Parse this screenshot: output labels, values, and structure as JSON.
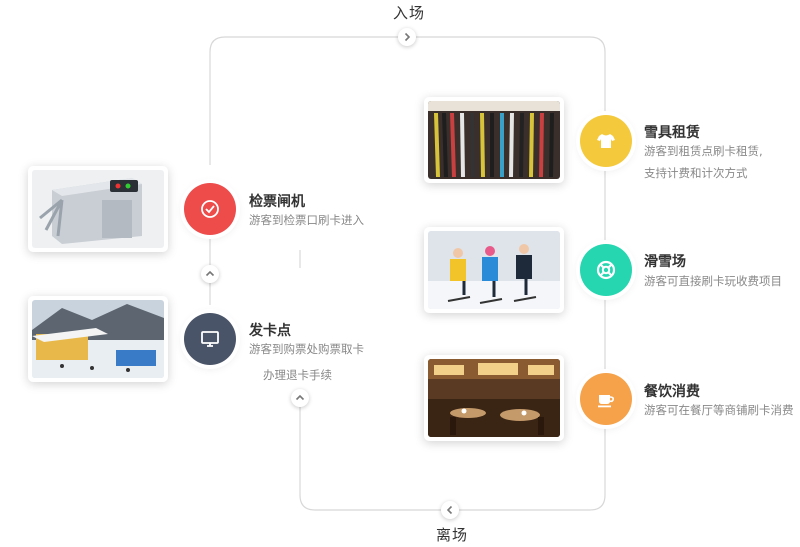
{
  "flow": {
    "enter_label": "入场",
    "exit_label": "离场"
  },
  "stations": {
    "gate": {
      "title": "检票闸机",
      "desc": "游客到检票口刷卡进入",
      "color": "#ee4b4b",
      "icon": "check-circle-icon"
    },
    "card": {
      "title": "发卡点",
      "desc_line1": "游客到购票处购票取卡",
      "desc_line2": "办理退卡手续",
      "color": "#4a5468",
      "icon": "monitor-icon"
    },
    "rental": {
      "title": "雪具租赁",
      "desc_line1": "游客到租赁点刷卡租赁,",
      "desc_line2": "支持计费和计次方式",
      "color": "#f4c93c",
      "icon": "tshirt-icon"
    },
    "ski": {
      "title": "滑雪场",
      "desc": "游客可直接刷卡玩收费项目",
      "color": "#26d6b0",
      "icon": "lifebuoy-icon"
    },
    "dining": {
      "title": "餐饮消费",
      "desc": "游客可在餐厅等商铺刷卡消费",
      "color": "#f5a24a",
      "icon": "cup-icon"
    }
  }
}
